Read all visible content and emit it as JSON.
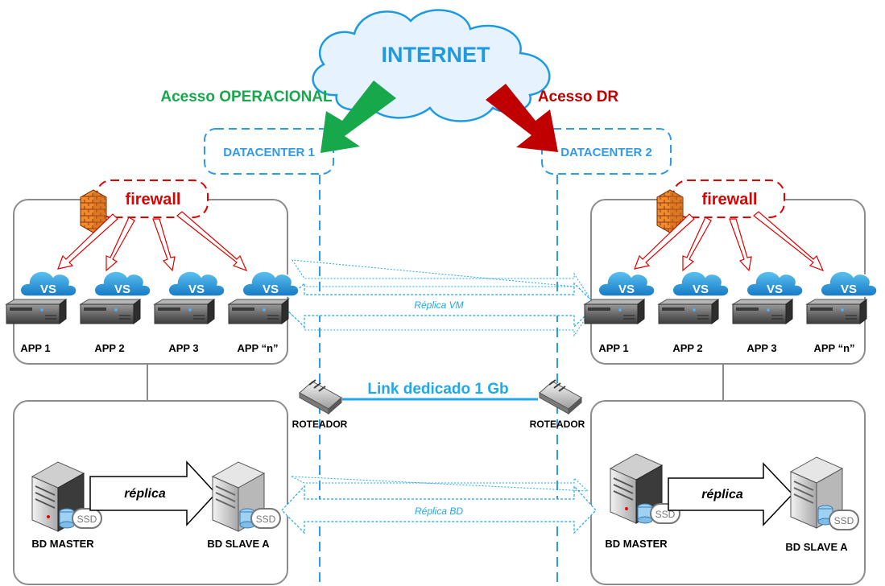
{
  "internet": {
    "label": "INTERNET"
  },
  "access": {
    "operational": "Acesso OPERACIONAL",
    "dr": "Acesso DR"
  },
  "datacenters": [
    {
      "name": "DATACENTER 1",
      "firewall": "firewall",
      "apps": [
        "APP 1",
        "APP 2",
        "APP 3",
        "APP “n”"
      ],
      "vs_badge": "VS",
      "router": "ROTEADOR",
      "db": {
        "master": "BD MASTER",
        "slave": "BD SLAVE A",
        "replication": "réplica",
        "disk": "SSD"
      }
    },
    {
      "name": "DATACENTER 2",
      "firewall": "firewall",
      "apps": [
        "APP 1",
        "APP 2",
        "APP 3",
        "APP “n”"
      ],
      "vs_badge": "VS",
      "router": "ROTEADOR",
      "db": {
        "master": "BD MASTER",
        "slave": "BD SLAVE A",
        "replication": "réplica",
        "disk": "SSD"
      }
    }
  ],
  "links": {
    "vm": "Réplica VM",
    "bd": "Réplica BD",
    "dedicated": "Link dedicado 1 Gb"
  },
  "colors": {
    "cloud_fill": "#e6f3ff",
    "cloud_stroke": "#1e9be0",
    "internet_text": "#1e9be0",
    "operational": "#16a84a",
    "dr": "#c00000",
    "datacenter": "#2f9be6",
    "firewall": "#e00000",
    "vs_cloud": "#1e9be0",
    "link": "#21a8e8"
  },
  "icons": {
    "firewall": "brick-firewall-icon",
    "server": "rack-server-icon",
    "router": "router-icon",
    "db_server": "tower-server-icon",
    "disk": "ssd-disk-icon"
  }
}
